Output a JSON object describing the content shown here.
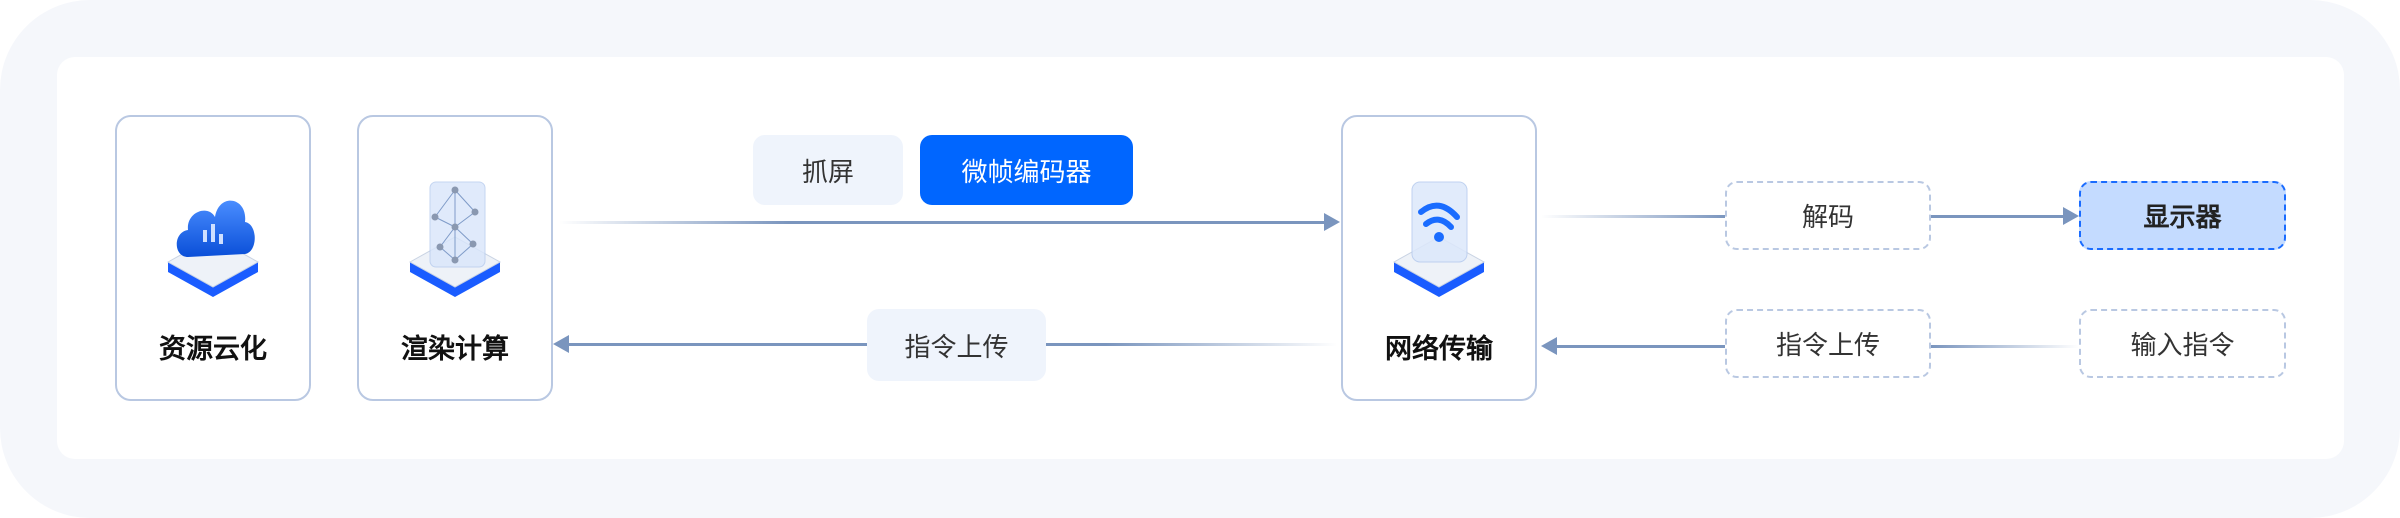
{
  "nodes": {
    "resource_cloud": {
      "label": "资源云化",
      "icon": "cloud-icon"
    },
    "render_compute": {
      "label": "渲染计算",
      "icon": "network-graph-icon"
    },
    "network_transfer": {
      "label": "网络传输",
      "icon": "wifi-icon"
    }
  },
  "steps": {
    "screen_capture": "抓屏",
    "encoder": "微帧编码器",
    "command_upload_left": "指令上传",
    "decode": "解码",
    "display": "显示器",
    "command_upload_right": "指令上传",
    "input_command": "输入指令"
  },
  "colors": {
    "accent": "#0066ff",
    "line": "#7a95be",
    "border": "#b9c8e2",
    "display_fill": "#c4dbff"
  }
}
